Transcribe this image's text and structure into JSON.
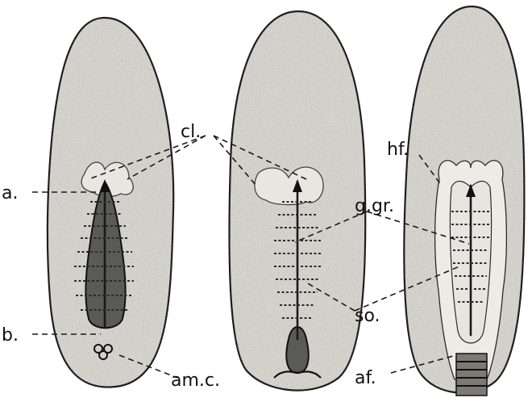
{
  "figure": {
    "labels": {
      "cl": "cl.",
      "a": "a.",
      "b": "b.",
      "am_c": "am.c.",
      "hf": "hf.",
      "g_gr": "g.gr.",
      "so": "so.",
      "af": "af."
    },
    "colors": {
      "paper": "#ffffff",
      "ink": "#1a1a1a",
      "stipple": "#bdbdb8"
    },
    "embryo_count": 3
  }
}
